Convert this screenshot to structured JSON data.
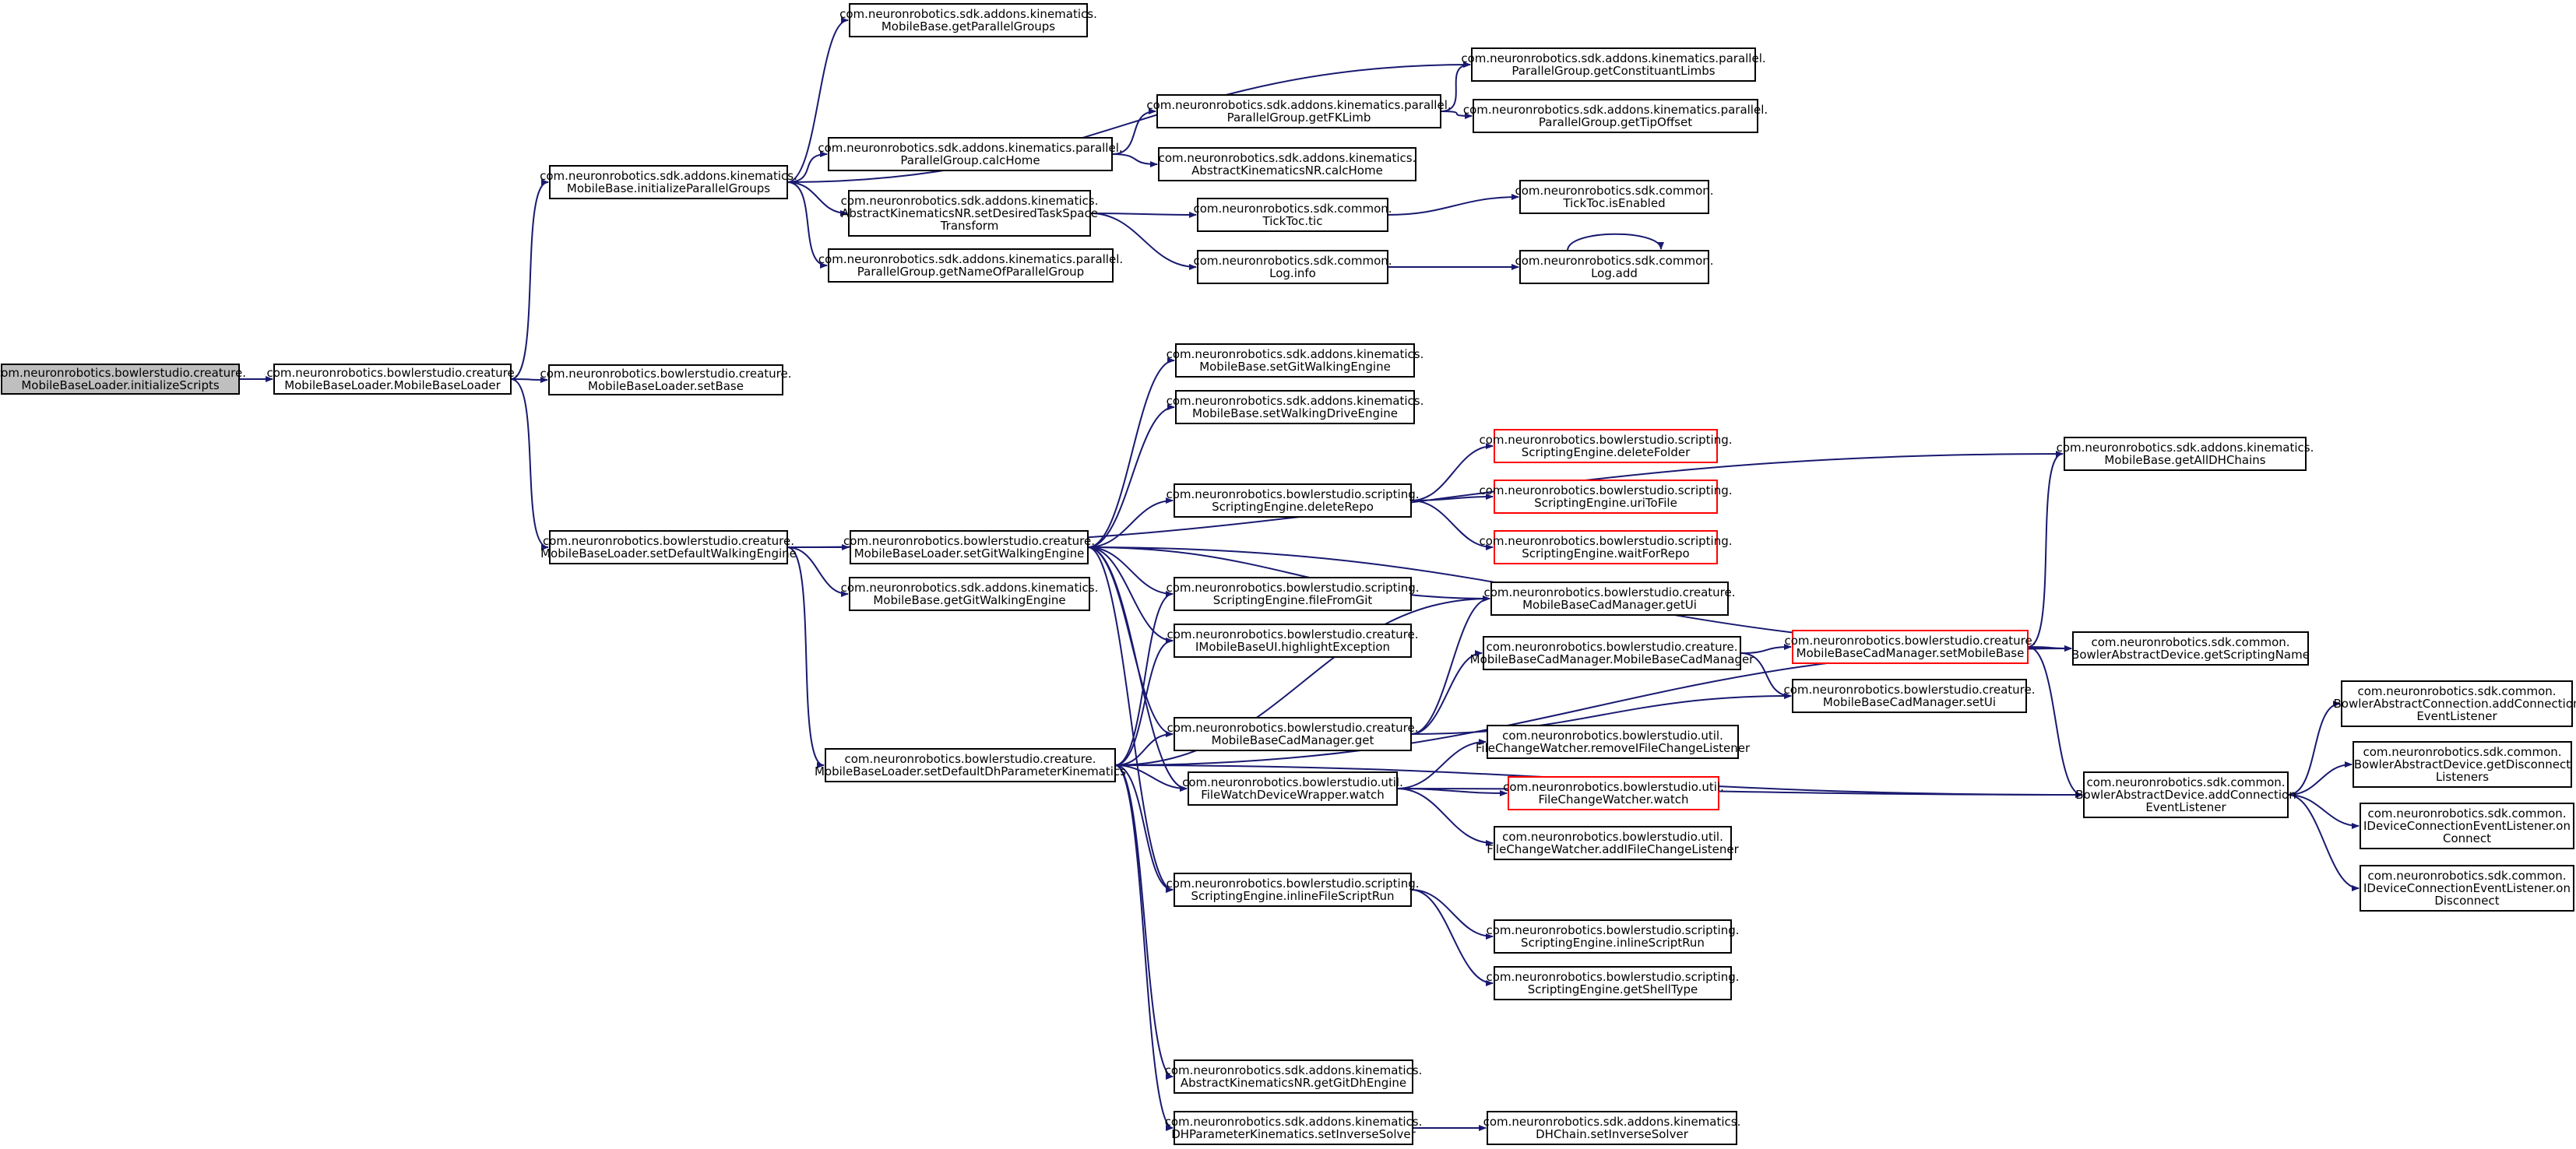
{
  "colors": {
    "edge": "#191970",
    "root_fill": "#bfbfbf",
    "node_border": "#000000",
    "truncated_border": "#ff0000",
    "background": "#ffffff"
  },
  "nodes": {
    "n0": {
      "lines": [
        "com.neuronrobotics.bowlerstudio.creature.",
        "MobileBaseLoader.initializeScripts"
      ]
    },
    "n1": {
      "lines": [
        "com.neuronrobotics.bowlerstudio.creature.",
        "MobileBaseLoader.MobileBaseLoader"
      ]
    },
    "n2": {
      "lines": [
        "com.neuronrobotics.sdk.addons.kinematics.",
        "MobileBase.initializeParallelGroups"
      ]
    },
    "n3": {
      "lines": [
        "com.neuronrobotics.bowlerstudio.creature.",
        "MobileBaseLoader.setBase"
      ]
    },
    "n4": {
      "lines": [
        "com.neuronrobotics.bowlerstudio.creature.",
        "MobileBaseLoader.setDefaultWalkingEngine"
      ]
    },
    "n5": {
      "lines": [
        "com.neuronrobotics.sdk.addons.kinematics.",
        "MobileBase.getParallelGroups"
      ]
    },
    "n6": {
      "lines": [
        "com.neuronrobotics.sdk.addons.kinematics.parallel.",
        "ParallelGroup.calcHome"
      ]
    },
    "n7": {
      "lines": [
        "com.neuronrobotics.sdk.addons.kinematics.",
        "AbstractKinematicsNR.setDesiredTaskSpace",
        "Transform"
      ]
    },
    "n8": {
      "lines": [
        "com.neuronrobotics.sdk.addons.kinematics.parallel.",
        "ParallelGroup.getNameOfParallelGroup"
      ]
    },
    "n9": {
      "lines": [
        "com.neuronrobotics.sdk.addons.kinematics.parallel.",
        "ParallelGroup.getFKLimb"
      ]
    },
    "n10": {
      "lines": [
        "com.neuronrobotics.sdk.addons.kinematics.",
        "AbstractKinematicsNR.calcHome"
      ]
    },
    "n11": {
      "lines": [
        "com.neuronrobotics.sdk.common.",
        "TickToc.tic"
      ]
    },
    "n12": {
      "lines": [
        "com.neuronrobotics.sdk.common.",
        "Log.info"
      ]
    },
    "n13": {
      "lines": [
        "com.neuronrobotics.sdk.addons.kinematics.parallel.",
        "ParallelGroup.getConstituantLimbs"
      ]
    },
    "n14": {
      "lines": [
        "com.neuronrobotics.sdk.addons.kinematics.parallel.",
        "ParallelGroup.getTipOffset"
      ]
    },
    "n15": {
      "lines": [
        "com.neuronrobotics.sdk.common.",
        "TickToc.isEnabled"
      ]
    },
    "n16": {
      "lines": [
        "com.neuronrobotics.sdk.common.",
        "Log.add"
      ]
    },
    "n17": {
      "lines": [
        "com.neuronrobotics.bowlerstudio.creature.",
        "MobileBaseLoader.setGitWalkingEngine"
      ]
    },
    "n18": {
      "lines": [
        "com.neuronrobotics.sdk.addons.kinematics.",
        "MobileBase.getGitWalkingEngine"
      ]
    },
    "n19": {
      "lines": [
        "com.neuronrobotics.bowlerstudio.creature.",
        "MobileBaseLoader.setDefaultDhParameterKinematics"
      ]
    },
    "n20": {
      "lines": [
        "com.neuronrobotics.sdk.addons.kinematics.",
        "MobileBase.setGitWalkingEngine"
      ]
    },
    "n21": {
      "lines": [
        "com.neuronrobotics.sdk.addons.kinematics.",
        "MobileBase.setWalkingDriveEngine"
      ]
    },
    "n22": {
      "lines": [
        "com.neuronrobotics.bowlerstudio.scripting.",
        "ScriptingEngine.deleteRepo"
      ]
    },
    "n23": {
      "lines": [
        "com.neuronrobotics.bowlerstudio.scripting.",
        "ScriptingEngine.fileFromGit"
      ]
    },
    "n24": {
      "lines": [
        "com.neuronrobotics.bowlerstudio.creature.",
        "IMobileBaseUI.highlightException"
      ]
    },
    "n25": {
      "lines": [
        "com.neuronrobotics.bowlerstudio.creature.",
        "MobileBaseCadManager.get"
      ]
    },
    "n26": {
      "lines": [
        "com.neuronrobotics.bowlerstudio.util.",
        "FileWatchDeviceWrapper.watch"
      ]
    },
    "n27": {
      "lines": [
        "com.neuronrobotics.bowlerstudio.scripting.",
        "ScriptingEngine.inlineFileScriptRun"
      ]
    },
    "n28": {
      "lines": [
        "com.neuronrobotics.sdk.addons.kinematics.",
        "AbstractKinematicsNR.getGitDhEngine"
      ]
    },
    "n29": {
      "lines": [
        "com.neuronrobotics.sdk.addons.kinematics.",
        "DHParameterKinematics.setInverseSolver"
      ]
    },
    "n30": {
      "lines": [
        "com.neuronrobotics.bowlerstudio.scripting.",
        "ScriptingEngine.deleteFolder"
      ]
    },
    "n31": {
      "lines": [
        "com.neuronrobotics.bowlerstudio.scripting.",
        "ScriptingEngine.uriToFile"
      ]
    },
    "n32": {
      "lines": [
        "com.neuronrobotics.bowlerstudio.scripting.",
        "ScriptingEngine.waitForRepo"
      ]
    },
    "n33": {
      "lines": [
        "com.neuronrobotics.bowlerstudio.creature.",
        "MobileBaseCadManager.getUi"
      ]
    },
    "n34": {
      "lines": [
        "com.neuronrobotics.bowlerstudio.creature.",
        "MobileBaseCadManager.MobileBaseCadManager"
      ]
    },
    "n35": {
      "lines": [
        "com.neuronrobotics.bowlerstudio.util.",
        "FileChangeWatcher.removeIFileChangeListener"
      ]
    },
    "n36": {
      "lines": [
        "com.neuronrobotics.bowlerstudio.util.",
        "FileChangeWatcher.watch"
      ]
    },
    "n37": {
      "lines": [
        "com.neuronrobotics.bowlerstudio.util.",
        "FileChangeWatcher.addIFileChangeListener"
      ]
    },
    "n38": {
      "lines": [
        "com.neuronrobotics.bowlerstudio.scripting.",
        "ScriptingEngine.inlineScriptRun"
      ]
    },
    "n39": {
      "lines": [
        "com.neuronrobotics.bowlerstudio.scripting.",
        "ScriptingEngine.getShellType"
      ]
    },
    "n40": {
      "lines": [
        "com.neuronrobotics.sdk.addons.kinematics.",
        "DHChain.setInverseSolver"
      ]
    },
    "n41": {
      "lines": [
        "com.neuronrobotics.bowlerstudio.creature.",
        "MobileBaseCadManager.setMobileBase"
      ]
    },
    "n42": {
      "lines": [
        "com.neuronrobotics.bowlerstudio.creature.",
        "MobileBaseCadManager.setUi"
      ]
    },
    "n43": {
      "lines": [
        "com.neuronrobotics.sdk.addons.kinematics.",
        "MobileBase.getAllDHChains"
      ]
    },
    "n44": {
      "lines": [
        "com.neuronrobotics.sdk.common.",
        "BowlerAbstractDevice.getScriptingName"
      ]
    },
    "n45": {
      "lines": [
        "com.neuronrobotics.sdk.common.",
        "BowlerAbstractDevice.addConnection",
        "EventListener"
      ]
    },
    "n46": {
      "lines": [
        "com.neuronrobotics.sdk.common.",
        "BowlerAbstractConnection.addConnection",
        "EventListener"
      ]
    },
    "n47": {
      "lines": [
        "com.neuronrobotics.sdk.common.",
        "BowlerAbstractDevice.getDisconnect",
        "Listeners"
      ]
    },
    "n48": {
      "lines": [
        "com.neuronrobotics.sdk.common.",
        "IDeviceConnectionEventListener.on",
        "Connect"
      ]
    },
    "n49": {
      "lines": [
        "com.neuronrobotics.sdk.common.",
        "IDeviceConnectionEventListener.on",
        "Disconnect"
      ]
    }
  }
}
